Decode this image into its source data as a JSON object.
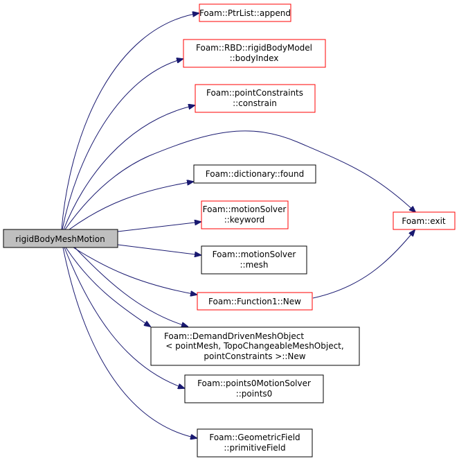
{
  "title": "rigidBodyMeshMotion call graph",
  "colors": {
    "edge": "#191970",
    "linked_border": "#ff0000",
    "plain_border": "#000000",
    "root_fill": "#bfbfbf"
  },
  "nodes": {
    "root": {
      "lines": [
        "rigidBodyMeshMotion"
      ]
    },
    "append": {
      "lines": [
        "Foam::PtrList::append"
      ]
    },
    "bodyIndex": {
      "lines": [
        "Foam::RBD::rigidBodyModel",
        "::bodyIndex"
      ]
    },
    "constrain": {
      "lines": [
        "Foam::pointConstraints",
        "::constrain"
      ]
    },
    "found": {
      "lines": [
        "Foam::dictionary::found"
      ]
    },
    "keyword": {
      "lines": [
        "Foam::motionSolver",
        "::keyword"
      ]
    },
    "exit": {
      "lines": [
        "Foam::exit"
      ]
    },
    "mesh": {
      "lines": [
        "Foam::motionSolver",
        "::mesh"
      ]
    },
    "function1New": {
      "lines": [
        "Foam::Function1::New"
      ]
    },
    "ddmoNew": {
      "lines": [
        "Foam::DemandDrivenMeshObject",
        "< pointMesh, TopoChangeableMeshObject,",
        "pointConstraints >::New"
      ]
    },
    "points0": {
      "lines": [
        "Foam::points0MotionSolver",
        "::points0"
      ]
    },
    "primitiveField": {
      "lines": [
        "Foam::GeometricField",
        "::primitiveField"
      ]
    }
  }
}
